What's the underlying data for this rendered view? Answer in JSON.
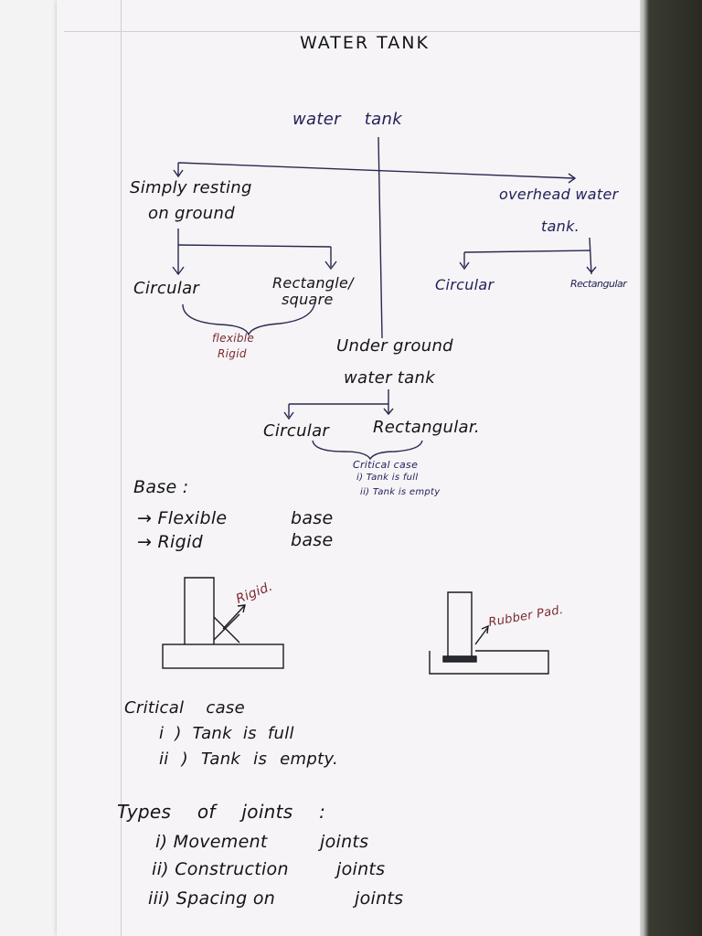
{
  "title": "WATER TANK",
  "tree": {
    "root": "water tank",
    "left_branch": {
      "line1": "Simply resting",
      "line2": "on ground"
    },
    "left_children": [
      "Circular",
      "Rectangle/",
      "square"
    ],
    "left_brace_note": [
      "flexible",
      "Rigid"
    ],
    "right_branch": {
      "line1": "overhead water",
      "line2": "tank."
    },
    "right_children": [
      "Circular",
      "Rectangular"
    ],
    "middle_branch": {
      "line1": "Under ground",
      "line2": "water tank"
    },
    "middle_children": [
      "Circular",
      "Rectangular."
    ],
    "middle_brace_note": [
      "Critical case",
      "i) Tank is full",
      "ii) Tank is empty"
    ]
  },
  "base": {
    "heading": "Base :",
    "items": [
      "→ Flexible",
      "→ Rigid"
    ],
    "items_right": [
      "base",
      "base"
    ]
  },
  "sketches": {
    "rigid_label": "Rigid.",
    "rubber_label": "Rubber Pad."
  },
  "critical": {
    "heading": "Critical case",
    "items": [
      "i ) Tank is full",
      "ii ) Tank is empty."
    ]
  },
  "joints": {
    "heading": "Types of joints :",
    "items": [
      "i) Movement",
      "ii) Construction",
      "iii) Spacing on"
    ],
    "items_right": [
      "joints",
      "joints",
      "joints"
    ]
  }
}
